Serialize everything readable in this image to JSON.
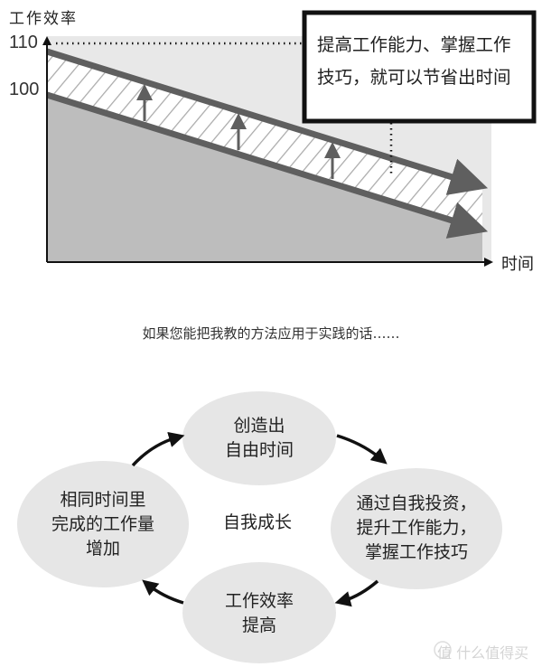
{
  "chart": {
    "y_axis_label": "工作效率",
    "x_axis_label": "时间",
    "y_ticks": [
      "110",
      "100"
    ],
    "callout_lines": [
      "提高工作能力、掌握工作",
      "技巧，就可以节省出时间"
    ]
  },
  "caption": "如果您能把我教的方法应用于实践的话……",
  "cycle": {
    "center": "自我成长",
    "nodes": {
      "top": [
        "创造出",
        "自由时间"
      ],
      "right": [
        "通过自我投资，",
        "提升工作能力，",
        "掌握工作技巧"
      ],
      "bottom": [
        "工作效率",
        "提高"
      ],
      "left": [
        "相同时间里",
        "完成的工作量",
        "增加"
      ]
    }
  },
  "watermark": "值 什么值得买",
  "colors": {
    "plot_bg": "#e8e8e8",
    "fill": "#bdbdbd",
    "line": "#5f5f5f",
    "node": "#e6e6e6"
  }
}
